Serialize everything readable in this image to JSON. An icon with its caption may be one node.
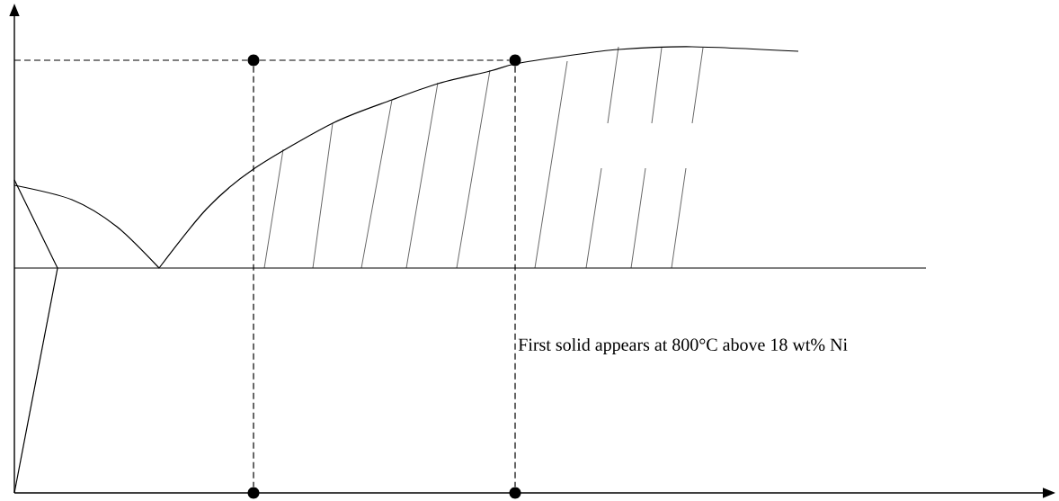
{
  "diagram": {
    "nodes": [
      {
        "text": [],
        "shape": "circle"
      },
      {
        "text": [],
        "shape": "circle"
      },
      {
        "text": [],
        "shape": "circle"
      },
      {
        "text": [],
        "shape": "circle"
      }
    ],
    "edges": [
      {
        "from": null,
        "to": 0,
        "arrow": "none",
        "style": "dashed"
      },
      {
        "from": 0,
        "to": 1,
        "arrow": "none",
        "style": "dashed"
      },
      {
        "from": 0,
        "to": 2,
        "arrow": "none",
        "style": "dashed"
      },
      {
        "from": 1,
        "to": 3,
        "arrow": "none",
        "style": "dashed"
      }
    ],
    "labels": [
      "First solid appears at 800°C above 18 wt% Ni"
    ]
  }
}
